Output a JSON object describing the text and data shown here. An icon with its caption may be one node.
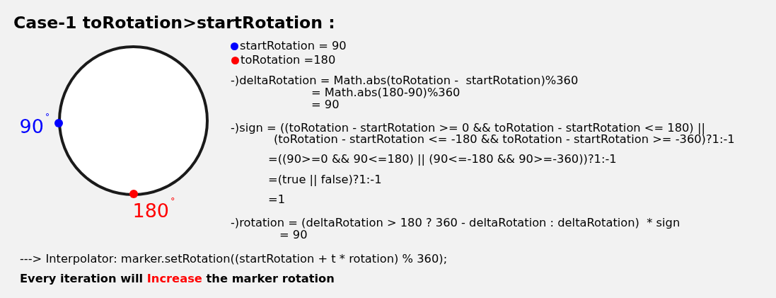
{
  "diagram": {
    "title": "Case-1 toRotation>startRotation :",
    "nodes": [
      {
        "text": [],
        "shape": "circle",
        "beside": [
          "90$^{°}$",
          "180$^{°}$"
        ]
      }
    ],
    "legend": [
      {
        "text": "startRotation = 90",
        "color": "#0000ff"
      },
      {
        "text": "toRotation =180",
        "color": "#ff0000"
      }
    ],
    "labels": [
      "-)deltaRotation = Math.abs(toRotation -  startRotation)%360",
      "= Math.abs(180-90)%360",
      "= 90",
      "-)sign = ((toRotation - startRotation >= 0 && toRotation - startRotation <= 180) ||",
      "(toRotation - startRotation <= -180 && toRotation - startRotation >= -360)?1:-1",
      "=((90>=0 && 90<=180) || (90<=-180 && 90>=-360))?1:-1",
      "=(true || false)?1:-1",
      "=1",
      "-)rotation = (deltaRotation > 180 ? 360 - deltaRotation : deltaRotation)  * sign",
      "= 90",
      "---> Interpolator: marker.setRotation((startRotation + t * rotation) % 360);",
      "Every iteration will *Increase* the marker rotation"
    ]
  }
}
